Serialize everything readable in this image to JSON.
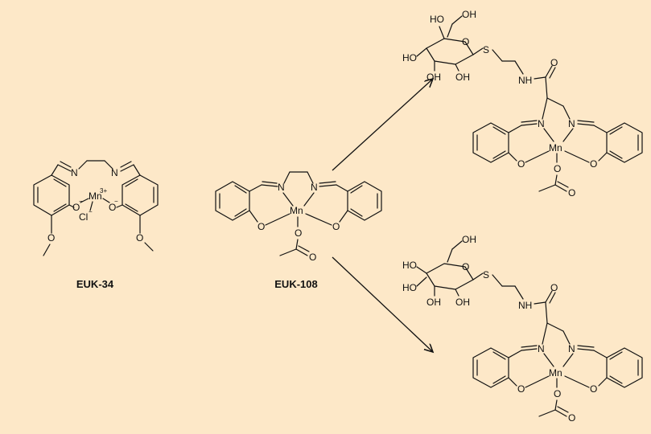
{
  "background": "#fde8c8",
  "atoms": {
    "N": "N",
    "O": "O",
    "Mn": "Mn",
    "S": "S",
    "NH": "NH",
    "OH": "OH",
    "HO": "HO",
    "O_minus": "O",
    "minus": "−",
    "charge_3plus": "3+",
    "Cl": "Cl",
    "Cl_minus": "−"
  },
  "compounds": [
    {
      "id": "euk34",
      "name": "EUK-34"
    },
    {
      "id": "euk108",
      "name": "EUK-108"
    },
    {
      "id": "galacto",
      "name": ""
    },
    {
      "id": "gluco",
      "name": ""
    }
  ],
  "arrows": [
    {
      "from": "EUK-108",
      "to": "galacto-conjugate"
    },
    {
      "from": "EUK-108",
      "to": "gluco-conjugate"
    }
  ]
}
